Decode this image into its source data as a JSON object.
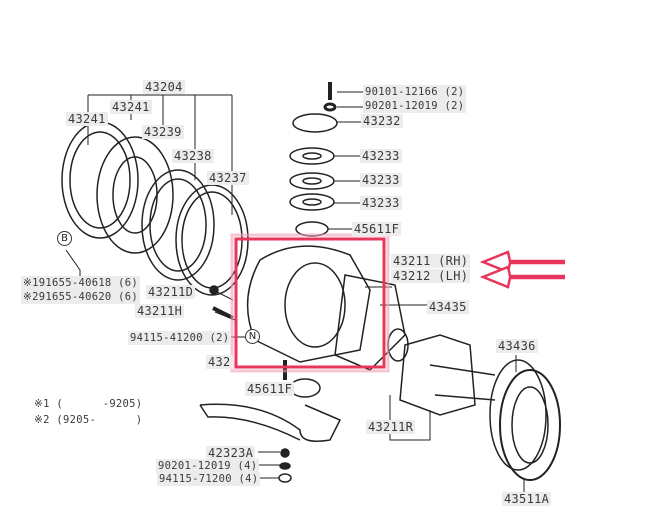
{
  "labels": {
    "l43204": "43204",
    "l43241a": "43241",
    "l43241b": "43241",
    "l43239": "43239",
    "l43238": "43238",
    "l43237": "43237",
    "bolt1": "※191655-40618 (6)",
    "bolt2": "※291655-40620 (6)",
    "l43211D": "43211D",
    "l43211H": "43211H",
    "l94115_41200": "94115-41200 (2)",
    "l90101": "90101-12166 (2)",
    "l90201a": "90201-12019 (2)",
    "l43232": "43232",
    "l43233a": "43233",
    "l43233b": "43233",
    "l43233c": "43233",
    "l45611Fa": "45611F",
    "l43211": "43211 (RH)",
    "l43212": "43212 (LH)",
    "l43435": "43435",
    "l43436": "43436",
    "l432partial": "432",
    "l45611Fb": "45611F",
    "l43211R": "43211R",
    "l42323A": "42323A",
    "l90201b": "90201-12019 (4)",
    "l94115_71200": "94115-71200 (4)",
    "l43511A": "43511A"
  },
  "notes": {
    "note1": "※1 (      -9205)",
    "note2": "※2 (9205-      )"
  },
  "callouts": {
    "b": "B",
    "n": "N"
  },
  "colors": {
    "highlight": "#e8365a",
    "line": "#222222",
    "label_bg": "#ececec"
  }
}
